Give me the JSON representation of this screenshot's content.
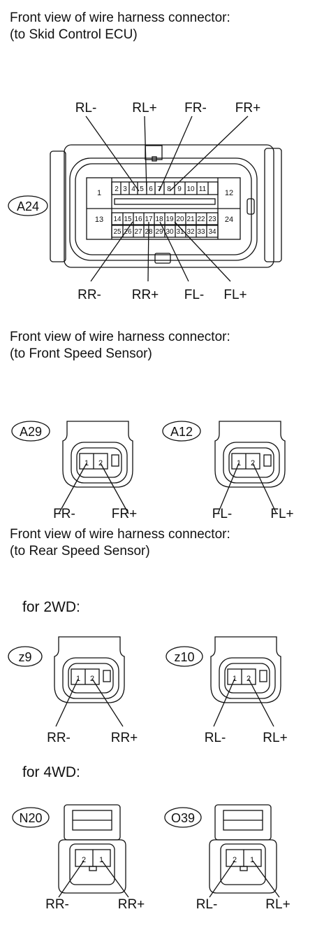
{
  "sections": {
    "ecu": {
      "line1": "Front view of wire harness connector:",
      "line2": "(to Skid Control ECU)"
    },
    "front": {
      "line1": "Front view of wire harness connector:",
      "line2": "(to Front Speed Sensor)"
    },
    "rear": {
      "line1": "Front view of wire harness connector:",
      "line2": "(to Rear Speed Sensor)"
    },
    "rwd": "for 2WD:",
    "awd": "for 4WD:"
  },
  "ecu_connector": {
    "id": "A24",
    "top_labels": [
      "RL-",
      "RL+",
      "FR-",
      "FR+"
    ],
    "bottom_labels": [
      "RR-",
      "RR+",
      "FL-",
      "FL+"
    ],
    "pins_row1": [
      "2",
      "3",
      "4",
      "5",
      "6",
      "7",
      "8",
      "9",
      "10",
      "11"
    ],
    "pins_row2": [
      "14",
      "15",
      "16",
      "17",
      "18",
      "19",
      "20",
      "21",
      "22",
      "23"
    ],
    "pins_row3": [
      "25",
      "26",
      "27",
      "28",
      "29",
      "30",
      "31",
      "32",
      "33",
      "34"
    ],
    "large_pins": [
      "1",
      "12",
      "13",
      "24"
    ]
  },
  "front_connectors": [
    {
      "id": "A29",
      "pins": [
        "1",
        "2"
      ],
      "left": "FR-",
      "right": "FR+"
    },
    {
      "id": "A12",
      "pins": [
        "1",
        "2"
      ],
      "left": "FL-",
      "right": "FL+"
    }
  ],
  "rear_2wd_connectors": [
    {
      "id": "z9",
      "pins": [
        "1",
        "2"
      ],
      "left": "RR-",
      "right": "RR+"
    },
    {
      "id": "z10",
      "pins": [
        "1",
        "2"
      ],
      "left": "RL-",
      "right": "RL+"
    }
  ],
  "rear_4wd_connectors": [
    {
      "id": "N20",
      "pins": [
        "2",
        "1"
      ],
      "left": "RR-",
      "right": "RR+"
    },
    {
      "id": "O39",
      "pins": [
        "2",
        "1"
      ],
      "left": "RL-",
      "right": "RL+"
    }
  ]
}
